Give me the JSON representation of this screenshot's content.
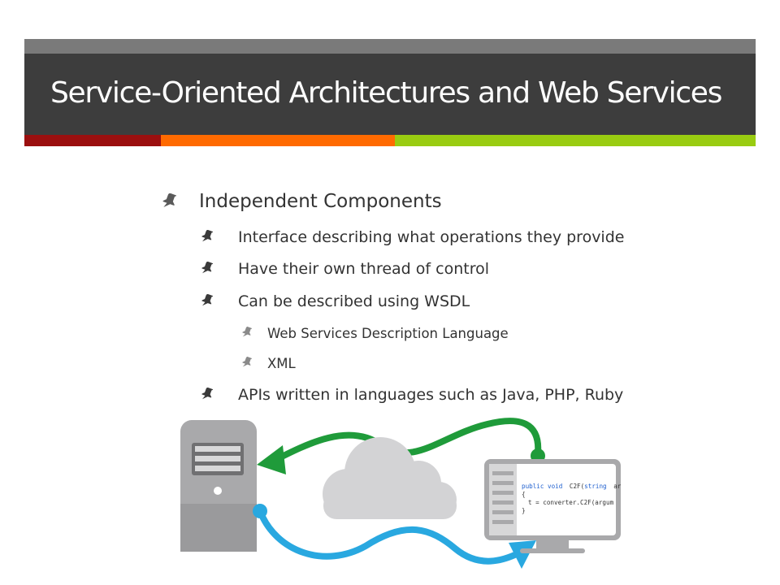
{
  "slide": {
    "title": "Service-Oriented Architectures and Web Services"
  },
  "colors": {
    "title_bar": "#3d3d3d",
    "top_strip": "#7a7a7a",
    "accent_red": "#9b0f0f",
    "accent_orange": "#ff6a00",
    "accent_green": "#99cc11",
    "bullet_text": "#333333",
    "arrow_green": "#1f9b3a",
    "arrow_blue": "#29a8e0",
    "device_gray": "#a9a9ab",
    "cloud_gray": "#d3d3d5"
  },
  "icons": {
    "bullet_marker": "pushpin-icon",
    "server": "server-tower-icon",
    "cloud": "cloud-icon",
    "monitor": "monitor-icon"
  },
  "bullets": [
    {
      "text": "Independent Components"
    },
    {
      "text": "Interface describing what operations they provide"
    },
    {
      "text": "Have their own thread of control"
    },
    {
      "text": "Can be described using WSDL"
    },
    {
      "text": "Web Services Description Language"
    },
    {
      "text": "XML"
    },
    {
      "text": "APIs written in languages such as Java, PHP, Ruby"
    }
  ],
  "code_snippet": {
    "line1_keywords": "public void",
    "line1_method": "C2F(",
    "line1_type": "string",
    "line1_rest": "ar",
    "line2": "{",
    "line3": "t = converter.C2F(argum",
    "line4": "}"
  }
}
